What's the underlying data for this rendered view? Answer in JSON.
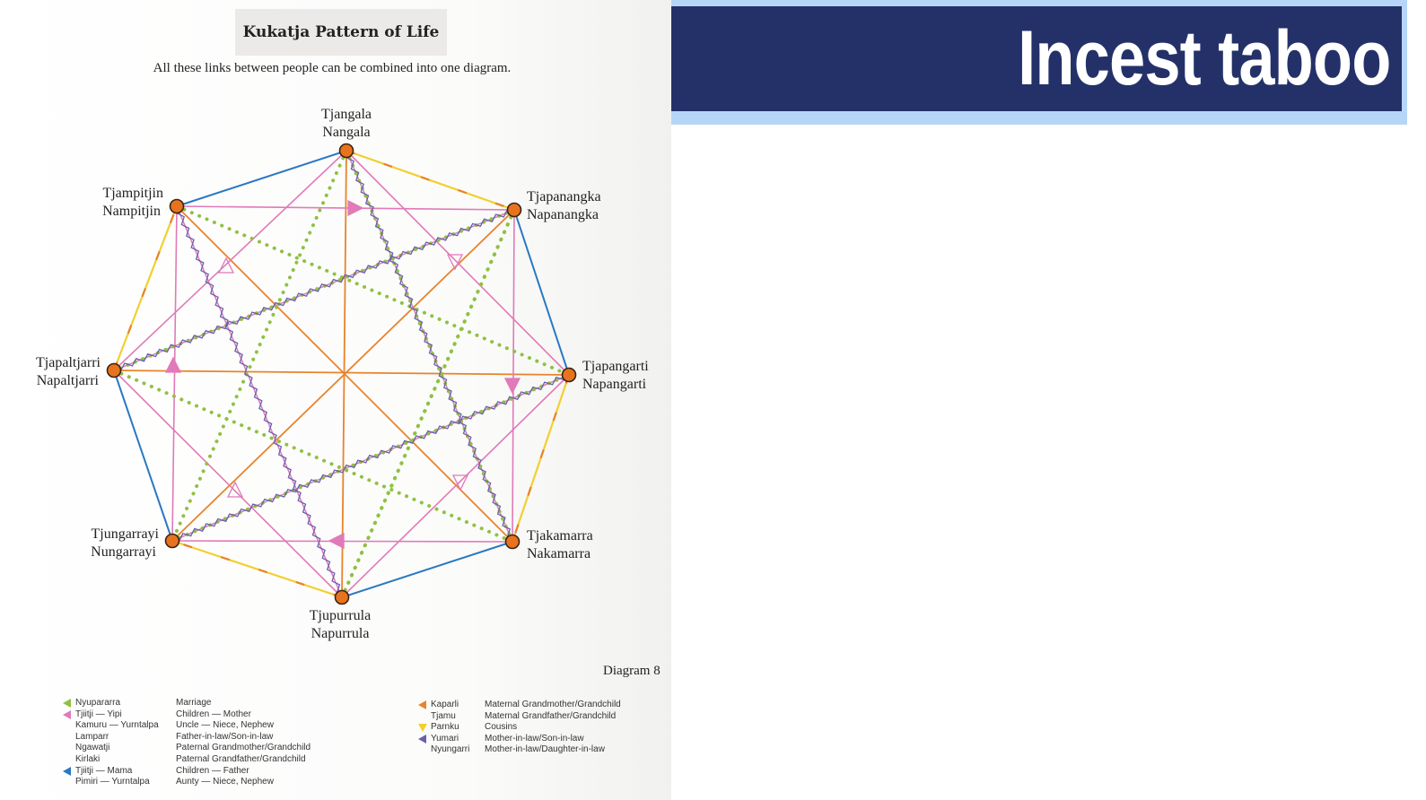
{
  "slide": {
    "heading": "Incest taboo",
    "colors": {
      "banner_dark": "#243169",
      "banner_light": "#b6d6f8",
      "heading_text": "#ffffff"
    }
  },
  "diagram": {
    "title": "Kukatja Pattern of Life",
    "subtitle": "All these links between people can be combined into one diagram.",
    "label": "Diagram 8",
    "nodes": [
      {
        "id": "n0",
        "line1": "Tjangala",
        "line2": "Nangala"
      },
      {
        "id": "n1",
        "line1": "Tjapanangka",
        "line2": "Napanangka"
      },
      {
        "id": "n2",
        "line1": "Tjapangarti",
        "line2": "Napangarti"
      },
      {
        "id": "n3",
        "line1": "Tjakamarra",
        "line2": "Nakamarra"
      },
      {
        "id": "n4",
        "line1": "Tjupurrula",
        "line2": "Napurrula"
      },
      {
        "id": "n5",
        "line1": "Tjungarrayi",
        "line2": "Nungarrayi"
      },
      {
        "id": "n6",
        "line1": "Tjapaltjarri",
        "line2": "Napaltjarri"
      },
      {
        "id": "n7",
        "line1": "Tjampitjin",
        "line2": "Nampitjin"
      }
    ],
    "colors": {
      "node_fill": "#e8731f",
      "node_stroke": "#3a2412",
      "marriage": "#8fc142",
      "mother_line": "#e07ab8",
      "father_line": "#2a78c2",
      "grandparent": "#e8832c",
      "cousins": "#f2cf2f",
      "in_law": "#6a5fae"
    },
    "legend_left": [
      {
        "mark": "green",
        "term": "Nyupararra",
        "meaning": "Marriage"
      },
      {
        "mark": "pink",
        "term": "Tjiitji — Yipi",
        "meaning": "Children — Mother"
      },
      {
        "mark": "",
        "term": "Kamuru — Yurntalpa",
        "meaning": "Uncle — Niece, Nephew"
      },
      {
        "mark": "",
        "term": "Lamparr",
        "meaning": "Father-in-law/Son-in-law"
      },
      {
        "mark": "",
        "term": "Ngawatji",
        "meaning": "Paternal Grandmother/Grandchild"
      },
      {
        "mark": "",
        "term": "Kirlaki",
        "meaning": "Paternal Grandfather/Grandchild"
      },
      {
        "mark": "blue",
        "term": "Tjiitji — Mama",
        "meaning": "Children — Father"
      },
      {
        "mark": "",
        "term": "Pimiri — Yurntalpa",
        "meaning": "Aunty — Niece, Nephew"
      }
    ],
    "legend_right": [
      {
        "mark": "orange",
        "term": "Kaparli",
        "meaning": "Maternal Grandmother/Grandchild"
      },
      {
        "mark": "",
        "term": "Tjamu",
        "meaning": "Maternal Grandfather/Grandchild"
      },
      {
        "mark": "yellow",
        "term": "Parnku",
        "meaning": "Cousins"
      },
      {
        "mark": "purple",
        "term": "Yumari",
        "meaning": "Mother-in-law/Son-in-law"
      },
      {
        "mark": "",
        "term": "Nyungarri",
        "meaning": "Mother-in-law/Daughter-in-law"
      }
    ]
  }
}
